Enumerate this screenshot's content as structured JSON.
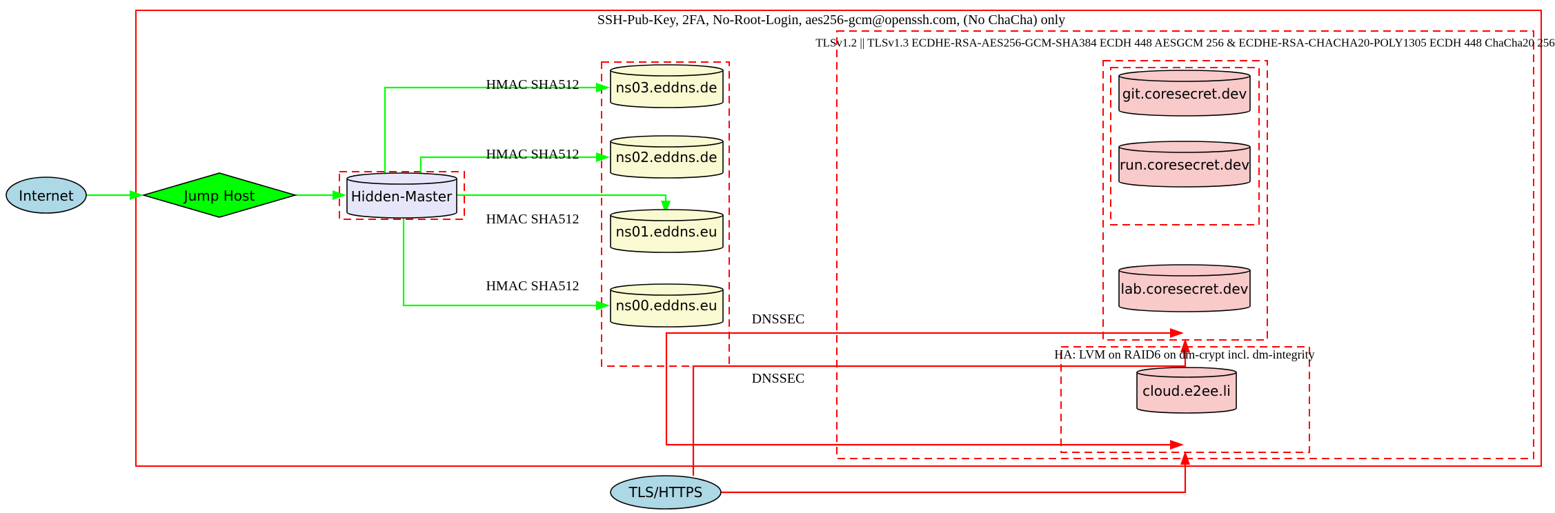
{
  "clusters": {
    "outer_label": "SSH-Pub-Key, 2FA, No-Root-Login, aes256-gcm@openssh.com, (No ChaCha) only",
    "tls_label": "TLSv1.2 || TLSv1.3 ECDHE-RSA-AES256-GCM-SHA384 ECDH 448 AESGCM 256 & ECDHE-RSA-CHACHA20-POLY1305 ECDH 448 ChaCha20 256",
    "ha_label": "HA: LVM on RAID6 on dm-crypt incl. dm-integrity"
  },
  "nodes": {
    "internet": "Internet",
    "jump_host": "Jump Host",
    "hidden_master": "Hidden-Master",
    "ns03": "ns03.eddns.de",
    "ns02": "ns02.eddns.de",
    "ns01": "ns01.eddns.eu",
    "ns00": "ns00.eddns.eu",
    "git": "git.coresecret.dev",
    "run": "run.coresecret.dev",
    "lab": "lab.coresecret.dev",
    "cloud": "cloud.e2ee.li",
    "tls_https": "TLS/HTTPS"
  },
  "edge_labels": {
    "hmac": "HMAC SHA512",
    "dnssec": "DNSSEC"
  },
  "colors": {
    "red": "#ff0000",
    "green": "#00ff00",
    "lightblue": "#add8e6",
    "lavender": "#e6e6fa",
    "lightyellow": "#fafad2",
    "pink": "#f9caca",
    "black": "#000000"
  }
}
